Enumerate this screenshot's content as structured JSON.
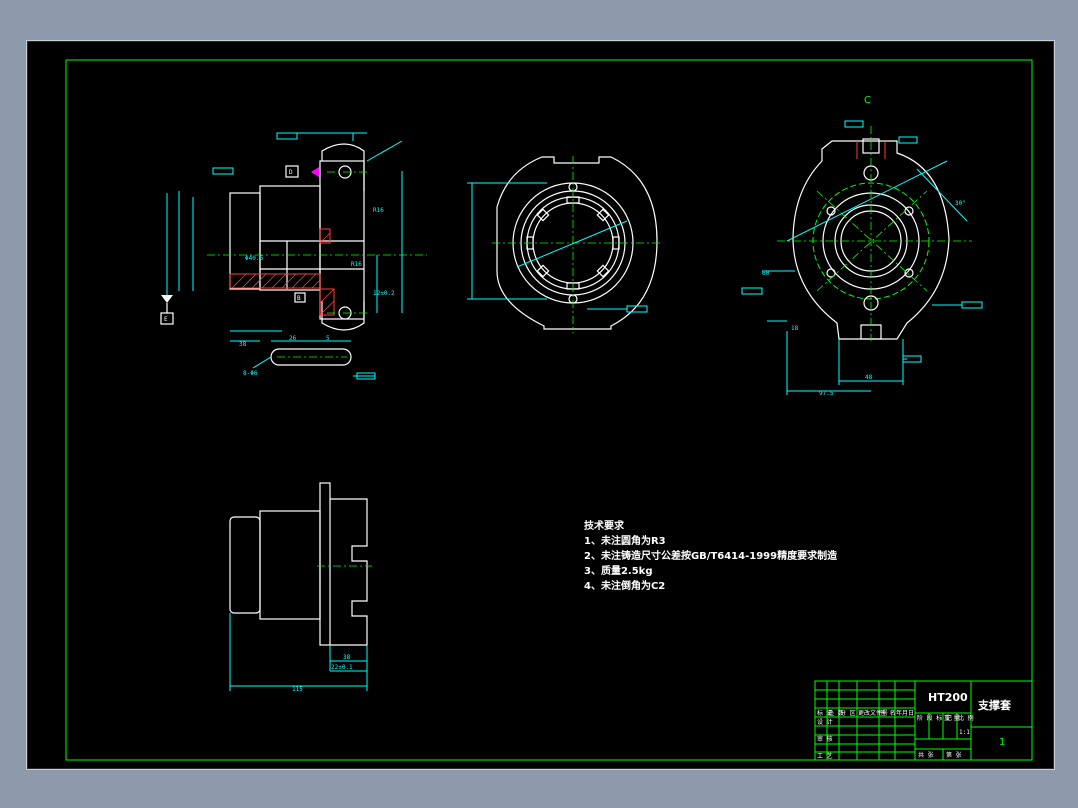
{
  "view_label": "C",
  "notes": {
    "title": "技术要求",
    "items": [
      "1、未注圆角为R3",
      "2、未注铸造尺寸公差按GB/T6414-1999精度要求制造",
      "3、质量2.5kg",
      "4、未注倒角为C2"
    ]
  },
  "title_block": {
    "material": "HT200",
    "part_name": "支撑套",
    "sheet_no": "1",
    "row_labels": [
      "标 记",
      "设 计",
      "审 核",
      "工 艺"
    ],
    "col_labels": [
      "处 数",
      "分 区",
      "更改文件号",
      "签 名",
      "年月日"
    ],
    "stage_labels": [
      "阶 段 标 记",
      "重 量",
      "比 例"
    ],
    "bottom_labels": [
      "共 张",
      "第 张"
    ],
    "scale_value": "1:1"
  },
  "datums": [
    "D",
    "E",
    "B",
    "C"
  ],
  "dims": {
    "bottom_len": "115",
    "bottom_sub": "38",
    "bottom_tol": "22±0.1",
    "front_a": "38",
    "front_b": "26",
    "front_c": "5",
    "front_d": "8-Φ6",
    "front_e": "Φ40.6",
    "front_f": "R16",
    "front_g": "R16",
    "front_h": "12±0.2",
    "side_a": "97.5",
    "side_b": "48",
    "side_c": "60",
    "side_d": "18",
    "side_e": "30°"
  },
  "colors": {
    "frame": "#00ff00",
    "outline": "#ffffff",
    "dimension": "#00ffff",
    "section_hatch": "#ff3b3b",
    "center_line": "#00ff00"
  }
}
